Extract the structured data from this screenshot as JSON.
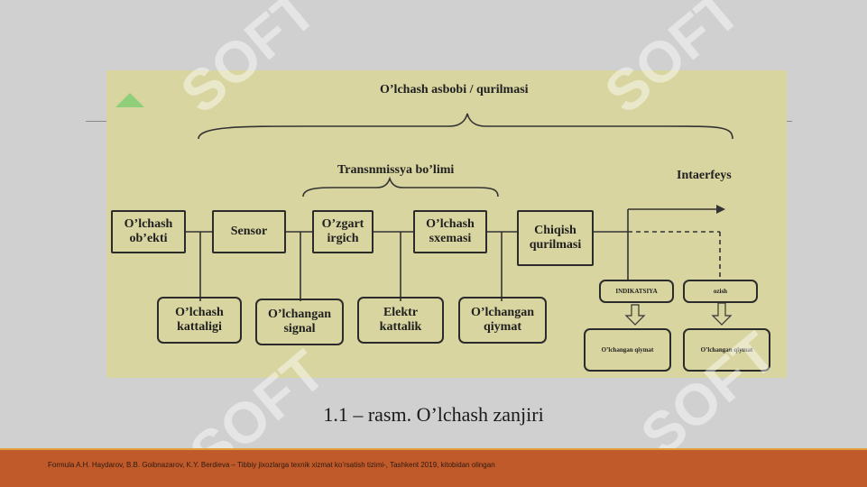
{
  "diagram": {
    "top_brace_label": "O’lchash asbobi / qurilmasi",
    "middle_brace_label": "Transnmissya bo’limi",
    "interface_label": "Intaerfeys",
    "main_chain": [
      "O’lchash ob’ekti",
      "Sensor",
      "O’zgart irgich",
      "O’lchash sxemasi",
      "Chiqish qurilmasi"
    ],
    "bottom_nodes": [
      "O’lchash kattaligi",
      "O’lchangan signal",
      "Elektr kattalik",
      "O’lchangan qiymat"
    ],
    "right_nodes": [
      "INDIKATSIYA",
      "ozish"
    ],
    "right_results": [
      "O’lchangan qiymat",
      "O’lchangan qiymat"
    ]
  },
  "caption": "1.1 – rasm. O’lchash zanjiri",
  "footer": "Formula A.H. Haydarov, B.B. Goibnazarov, K.Y. Berdieva – Tibbiy jixozlarga texnik xizmat ko’rsatish tizimi-, Tashkent 2019, kitobidan olingan",
  "watermark": "SOFT",
  "colors": {
    "background": "#d0d0d0",
    "figure": "#d9d5a0",
    "footer": "#c15a2a",
    "footer_accent": "#e0a040"
  }
}
